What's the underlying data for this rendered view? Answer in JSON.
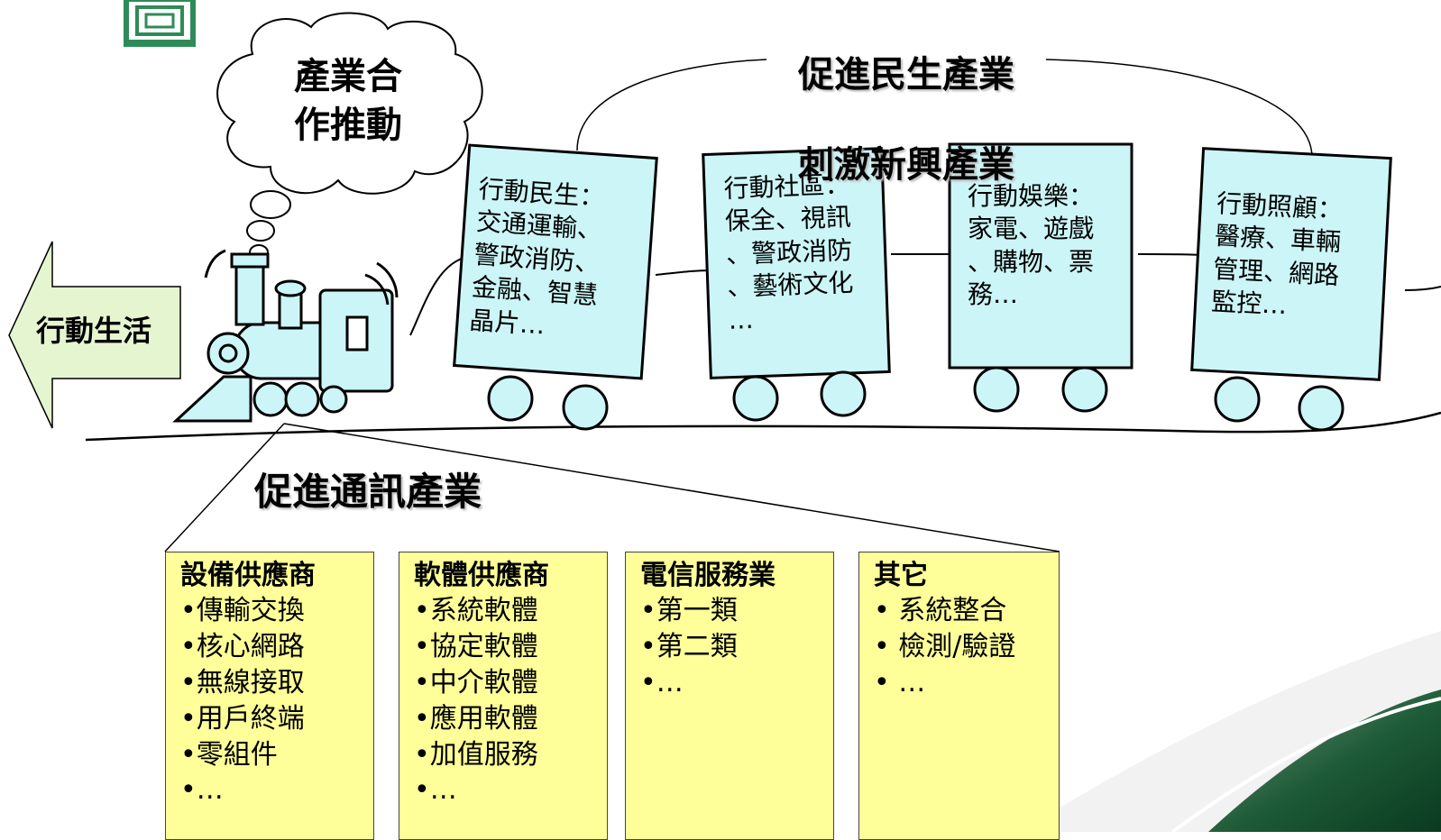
{
  "colors": {
    "car_fill": "#ccf5f7",
    "box_fill": "#ffff99",
    "arrow_fill": "#e5f5d0",
    "line": "#000000",
    "corner_swoosh": "#0f4a2a"
  },
  "icons": {
    "top_left": "framed-square-icon",
    "locomotive": "steam-locomotive-icon",
    "thought": "thought-cloud-icon"
  },
  "thought_bubble": {
    "text": "產業合\n作推動"
  },
  "left_arrow": {
    "label": "行動生活"
  },
  "top_title": {
    "line1": "促進民生產業",
    "line2": "刺激新興產業"
  },
  "bottom_title": {
    "text": "促進通訊產業"
  },
  "cars": [
    {
      "text": "行動民生：\n交通運輸、\n警政消防、\n金融、智慧\n晶片…"
    },
    {
      "text": "行動社區：\n保全、視訊\n、警政消防\n、藝術文化\n…"
    },
    {
      "text": "行動娛樂：\n家電、遊戲\n、購物、票\n務…"
    },
    {
      "text": "行動照顧：\n醫療、車輛\n管理、網路\n監控…"
    }
  ],
  "boxes": [
    {
      "title": "設備供應商",
      "items": [
        "•傳輸交換",
        "•核心網路",
        "•無線接取",
        "•用戶終端",
        "•零組件",
        "•…"
      ]
    },
    {
      "title": "軟體供應商",
      "items": [
        "•系統軟體",
        "•協定軟體",
        "•中介軟體",
        "•應用軟體",
        "•加值服務",
        "•…"
      ]
    },
    {
      "title": "電信服務業",
      "items": [
        "•第一類",
        "•第二類",
        "•…"
      ]
    },
    {
      "title": "其它",
      "items": [
        "• 系統整合",
        "• 檢測/驗證",
        "• …"
      ]
    }
  ]
}
